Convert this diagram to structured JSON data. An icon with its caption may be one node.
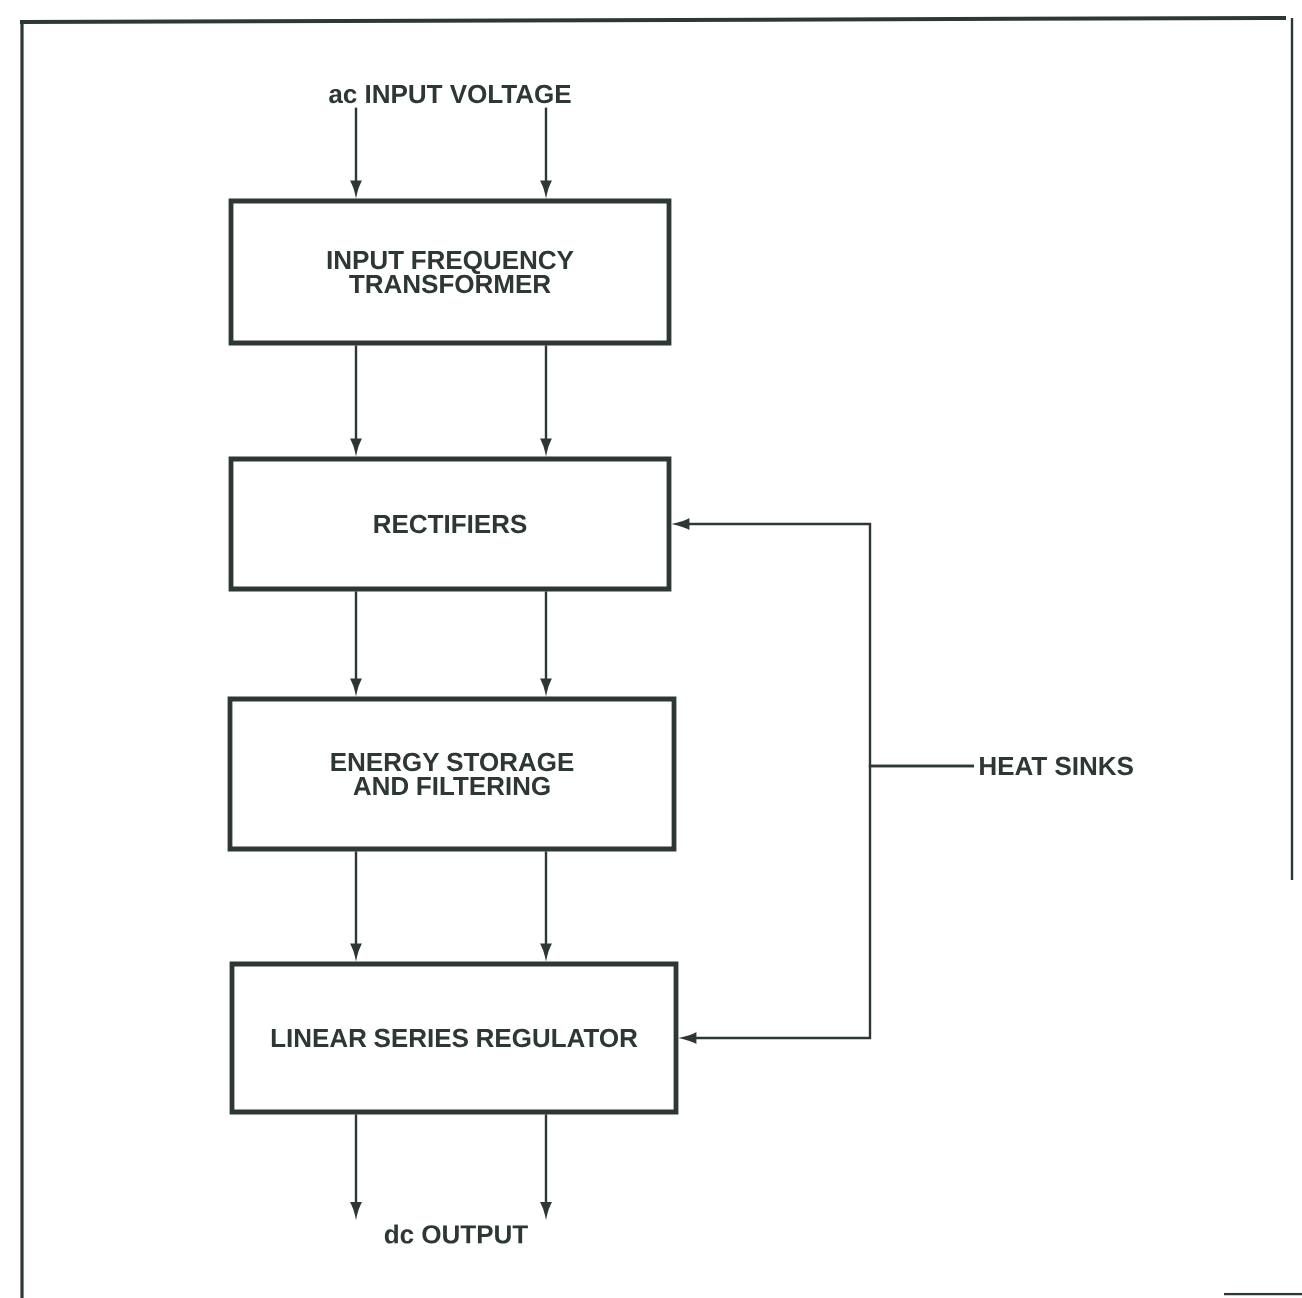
{
  "diagram": {
    "nodes": [
      {
        "text": [
          "ac INPUT VOLTAGE"
        ]
      },
      {
        "text": [
          "INPUT FREQUENCY TRANSFORMER"
        ]
      },
      {
        "text": [
          "RECTIFIERS"
        ]
      },
      {
        "text": [
          "ENERGY STORAGE AND FILTERING"
        ]
      },
      {
        "text": [
          "LINEAR SERIES REGULATOR"
        ]
      },
      {
        "text": [
          "dc OUTPUT"
        ]
      },
      {
        "text": [
          "HEAT SINKS"
        ]
      }
    ],
    "edges": [
      {
        "from": 0,
        "to": 1,
        "arrow": "to"
      },
      {
        "from": 0,
        "to": 1,
        "arrow": "to"
      },
      {
        "from": 1,
        "to": 2,
        "arrow": "to"
      },
      {
        "from": 1,
        "to": 2,
        "arrow": "to"
      },
      {
        "from": 2,
        "to": 3,
        "arrow": "to"
      },
      {
        "from": 2,
        "to": 3,
        "arrow": "to"
      },
      {
        "from": 3,
        "to": 4,
        "arrow": "to"
      },
      {
        "from": 3,
        "to": 4,
        "arrow": "to"
      },
      {
        "from": 4,
        "to": 5,
        "arrow": "to"
      },
      {
        "from": 4,
        "to": 5,
        "arrow": "to"
      },
      {
        "from": 6,
        "to": 2,
        "arrow": "to"
      },
      {
        "from": 6,
        "to": 4,
        "arrow": "to"
      }
    ]
  }
}
